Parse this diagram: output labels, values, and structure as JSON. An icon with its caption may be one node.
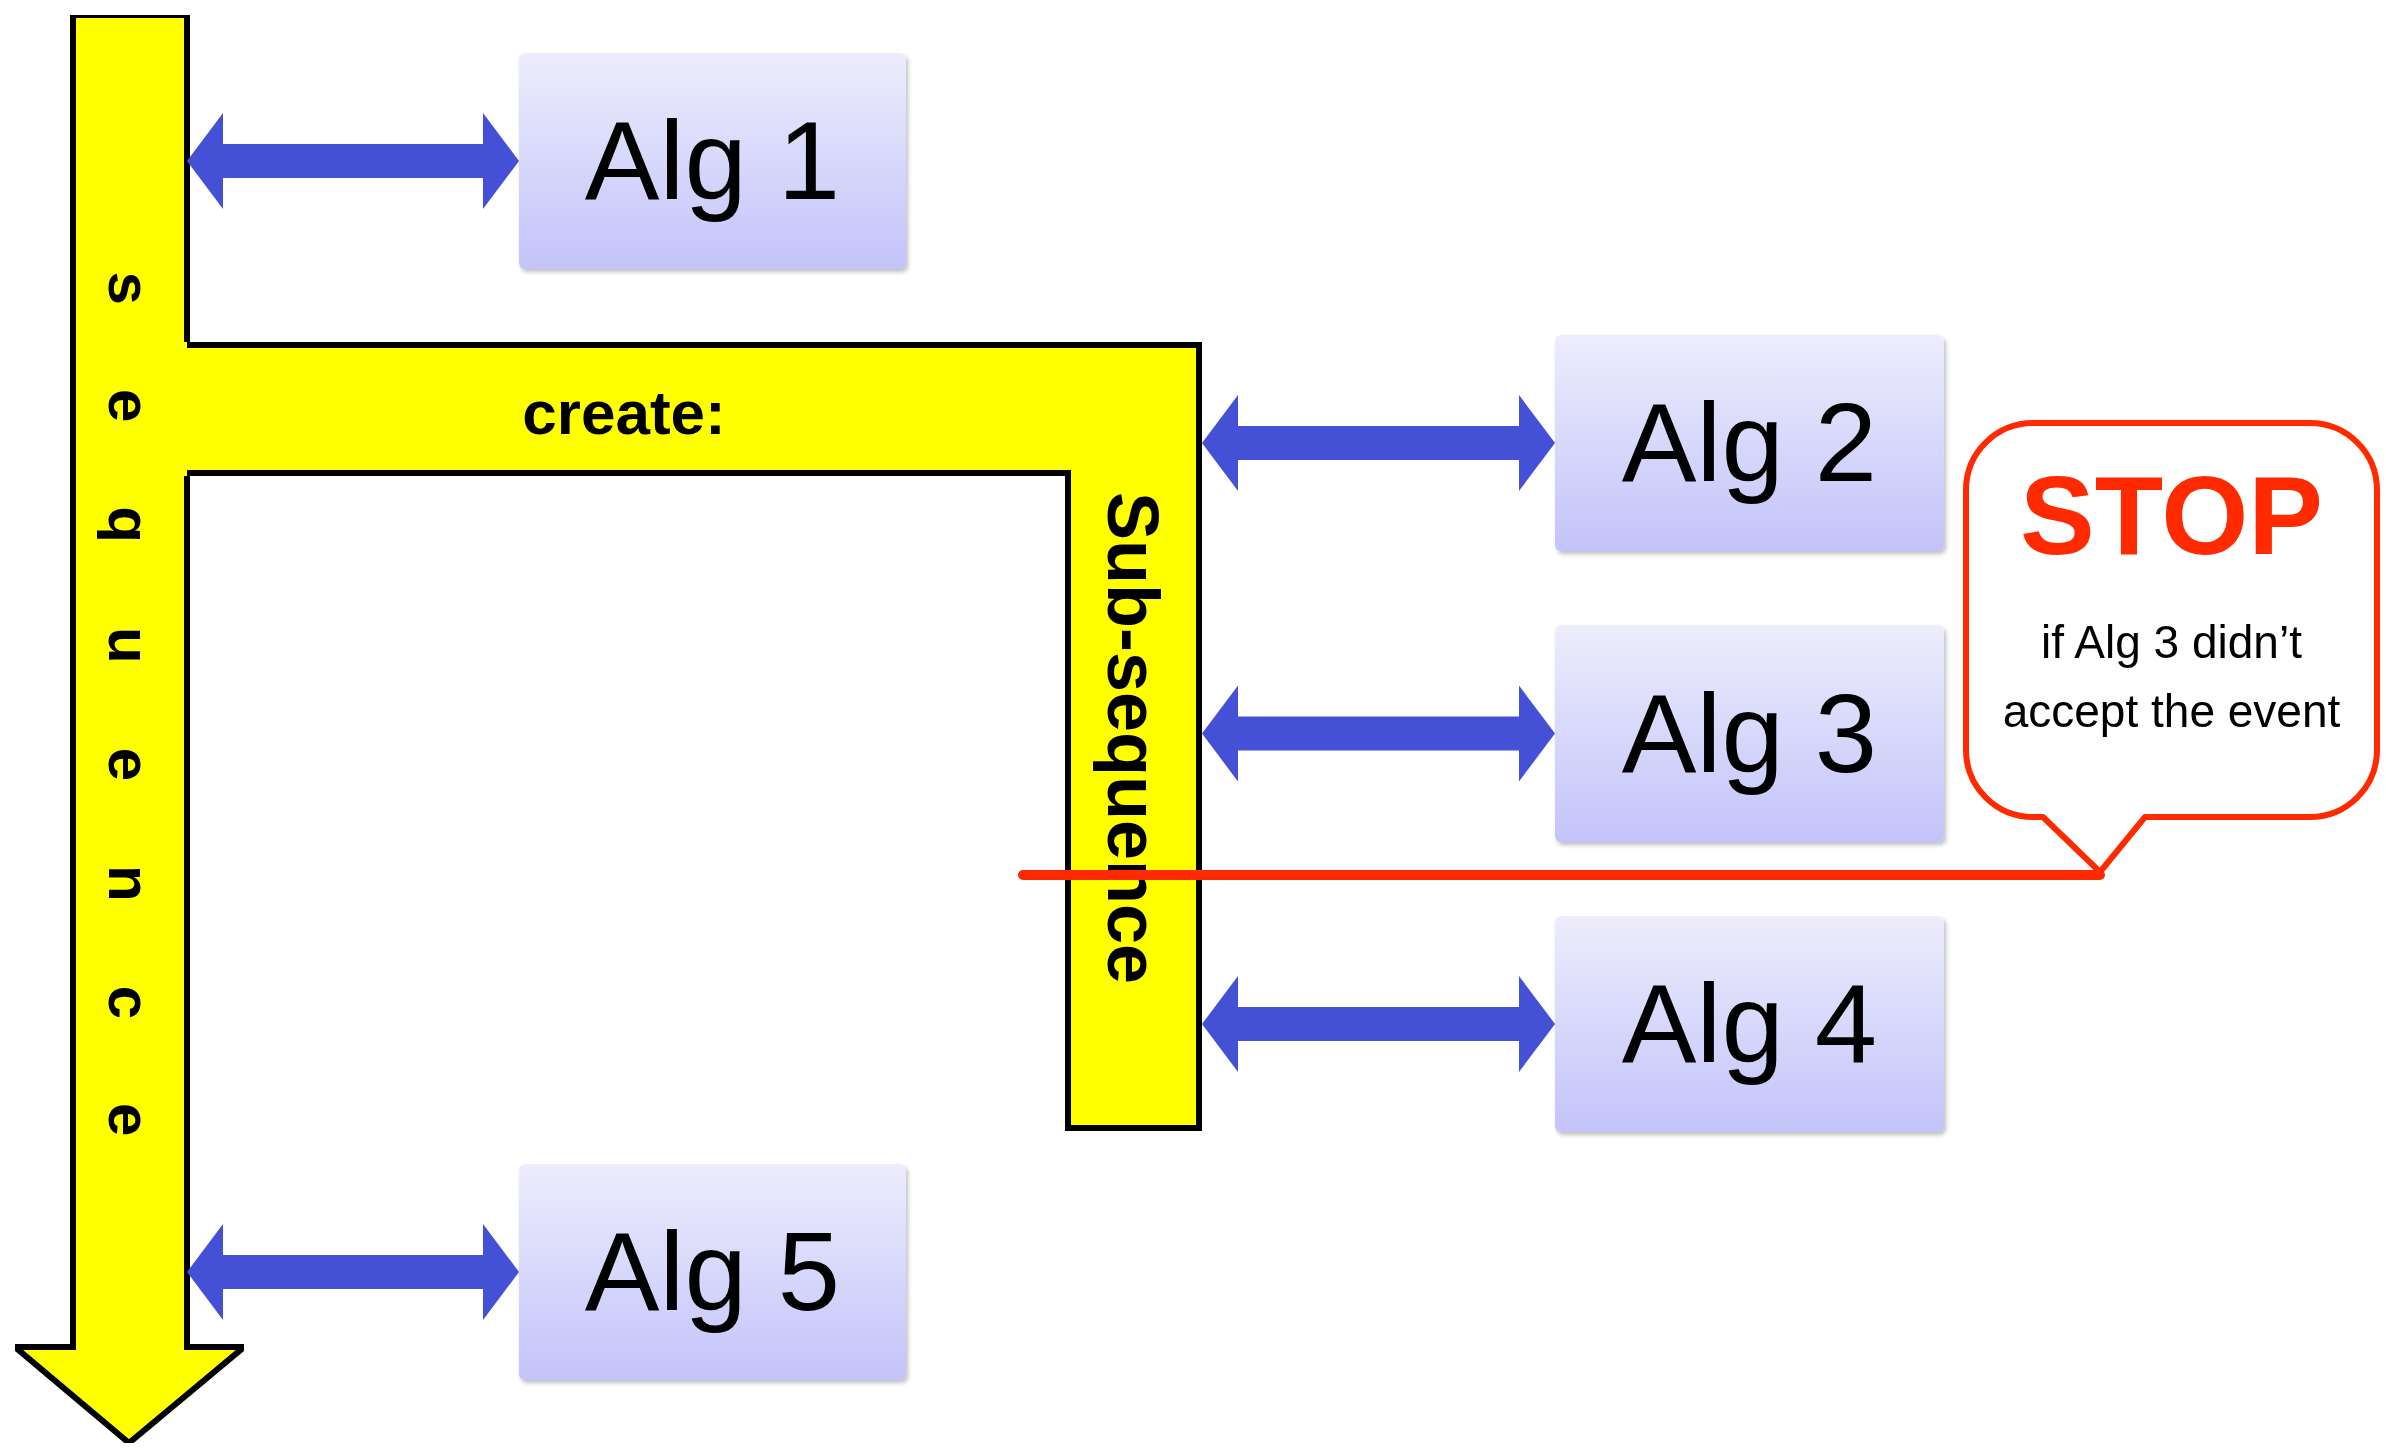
{
  "diagram": {
    "nodes": [
      {
        "text": [
          "sequence"
        ]
      },
      {
        "text": [
          "create:",
          "Sub-sequence"
        ]
      },
      {
        "text": [
          "Alg 1"
        ]
      },
      {
        "text": [
          "Alg 2"
        ]
      },
      {
        "text": [
          "Alg 3"
        ]
      },
      {
        "text": [
          "Alg 4"
        ]
      },
      {
        "text": [
          "Alg 5"
        ]
      },
      {
        "text": [
          "STOP",
          "if Alg 3 didn’t accept the event"
        ]
      }
    ],
    "edges": [
      {
        "from": 0,
        "to": 2,
        "arrow": "both"
      },
      {
        "from": 1,
        "to": 3,
        "arrow": "both"
      },
      {
        "from": 1,
        "to": 4,
        "arrow": "both"
      },
      {
        "from": 1,
        "to": 5,
        "arrow": "both"
      },
      {
        "from": 0,
        "to": 6,
        "arrow": "both"
      },
      {
        "from": 7,
        "to": null,
        "arrow": "none",
        "color": "#ff2a00"
      }
    ]
  }
}
